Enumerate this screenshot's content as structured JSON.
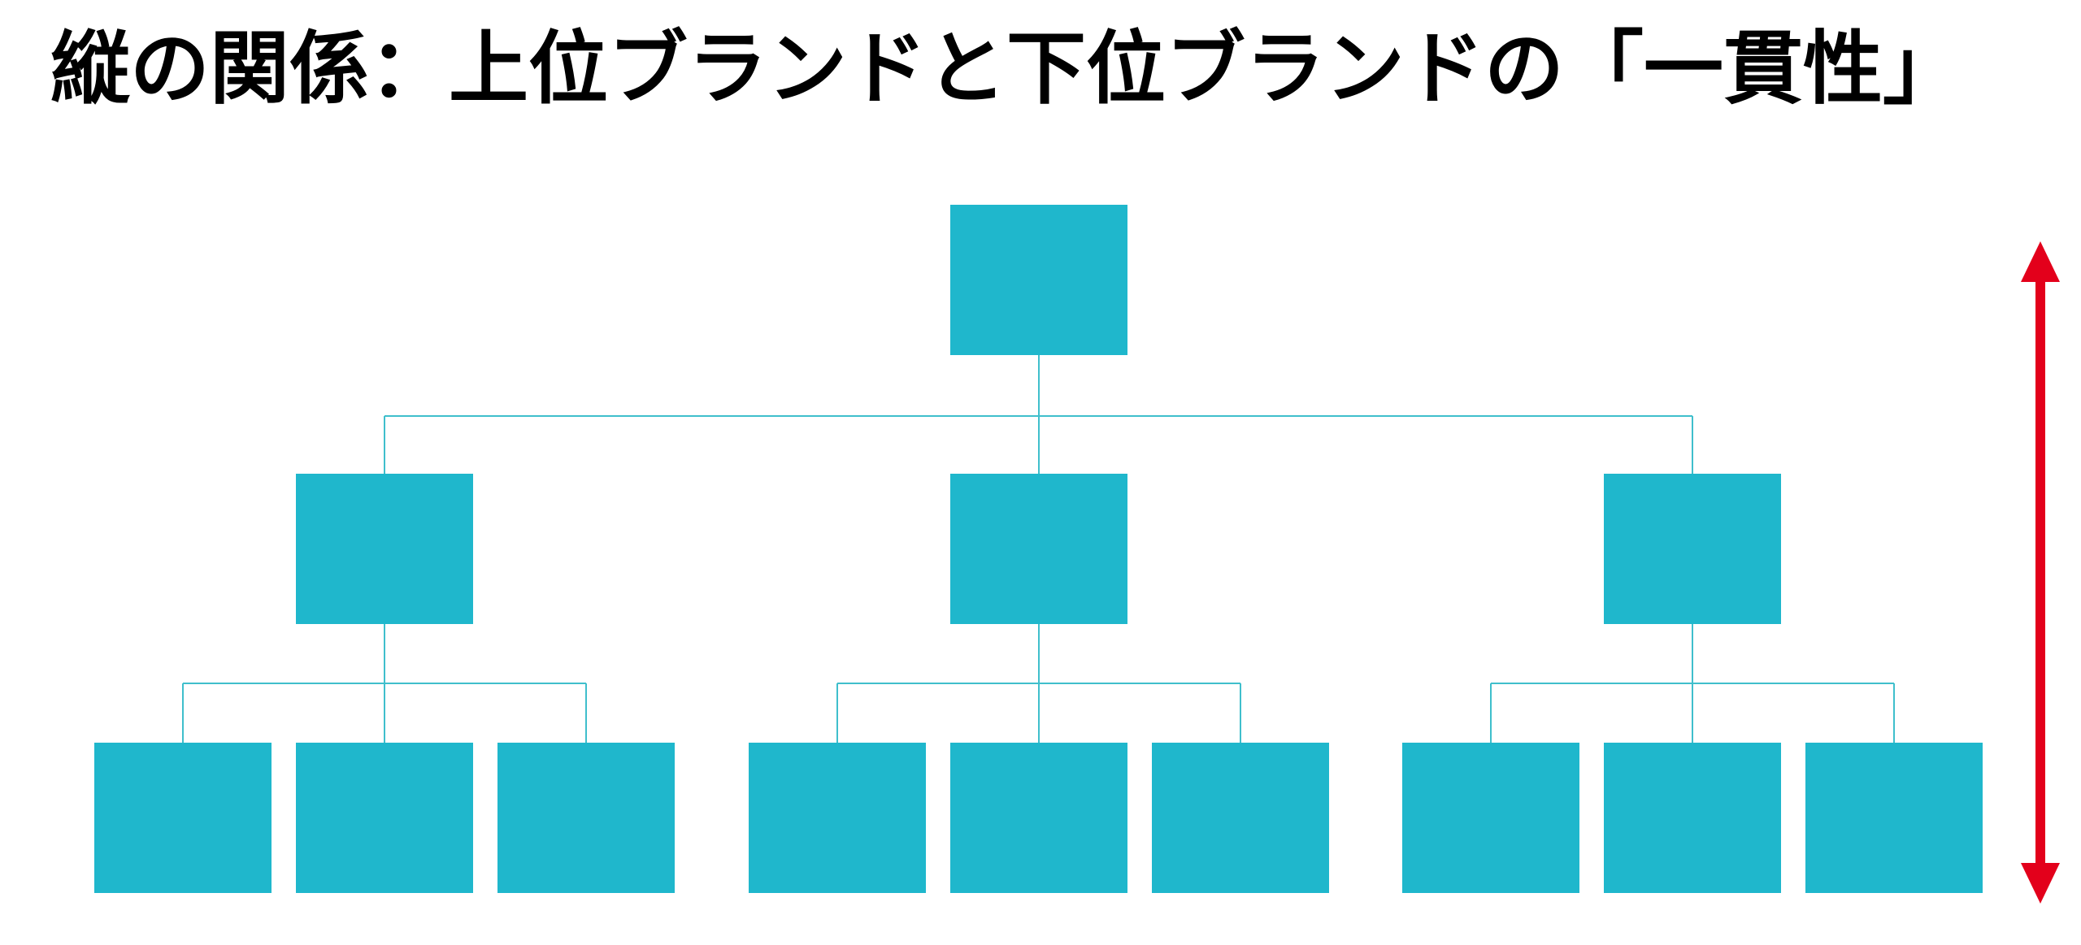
{
  "title": "縦の関係：上位ブランドと下位ブランドの「一貫性」",
  "colors": {
    "box": "#1fb7cc",
    "connector": "#3fbfcc",
    "arrow": "#e3001b",
    "background": "#ffffff",
    "text": "#000000"
  },
  "hierarchy": {
    "levels": 3,
    "root": {
      "children": [
        {
          "children": [
            {},
            {},
            {}
          ]
        },
        {
          "children": [
            {},
            {},
            {}
          ]
        },
        {
          "children": [
            {},
            {},
            {}
          ]
        }
      ]
    }
  },
  "arrow": {
    "direction": "bidirectional-vertical"
  }
}
